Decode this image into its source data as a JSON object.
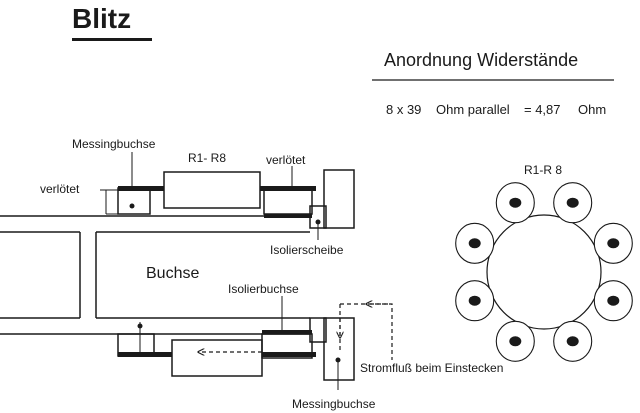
{
  "title": "Blitz",
  "heading": "Anordnung Widerstände",
  "formula": {
    "count": "8 x 39",
    "unit1": "Ohm parallel",
    "equals": "= 4,87",
    "unit2": "Ohm"
  },
  "labels": {
    "messingbuchse_top": "Messingbuchse",
    "resistor_top": "R1- R8",
    "verloetet_right": "verlötet",
    "verloetet_left": "verlötet",
    "isolierscheibe": "Isolierscheibe",
    "buchse": "Buchse",
    "isolierbuchse": "Isolierbuchse",
    "stromfluss": "Stromfluß beim Einstecken",
    "messingbuchse_bottom": "Messingbuchse",
    "ring_label": "R1-R 8"
  },
  "ring": {
    "resistor_count": 8
  },
  "colors": {
    "ink": "#1a1a1a",
    "paper": "#ffffff"
  }
}
